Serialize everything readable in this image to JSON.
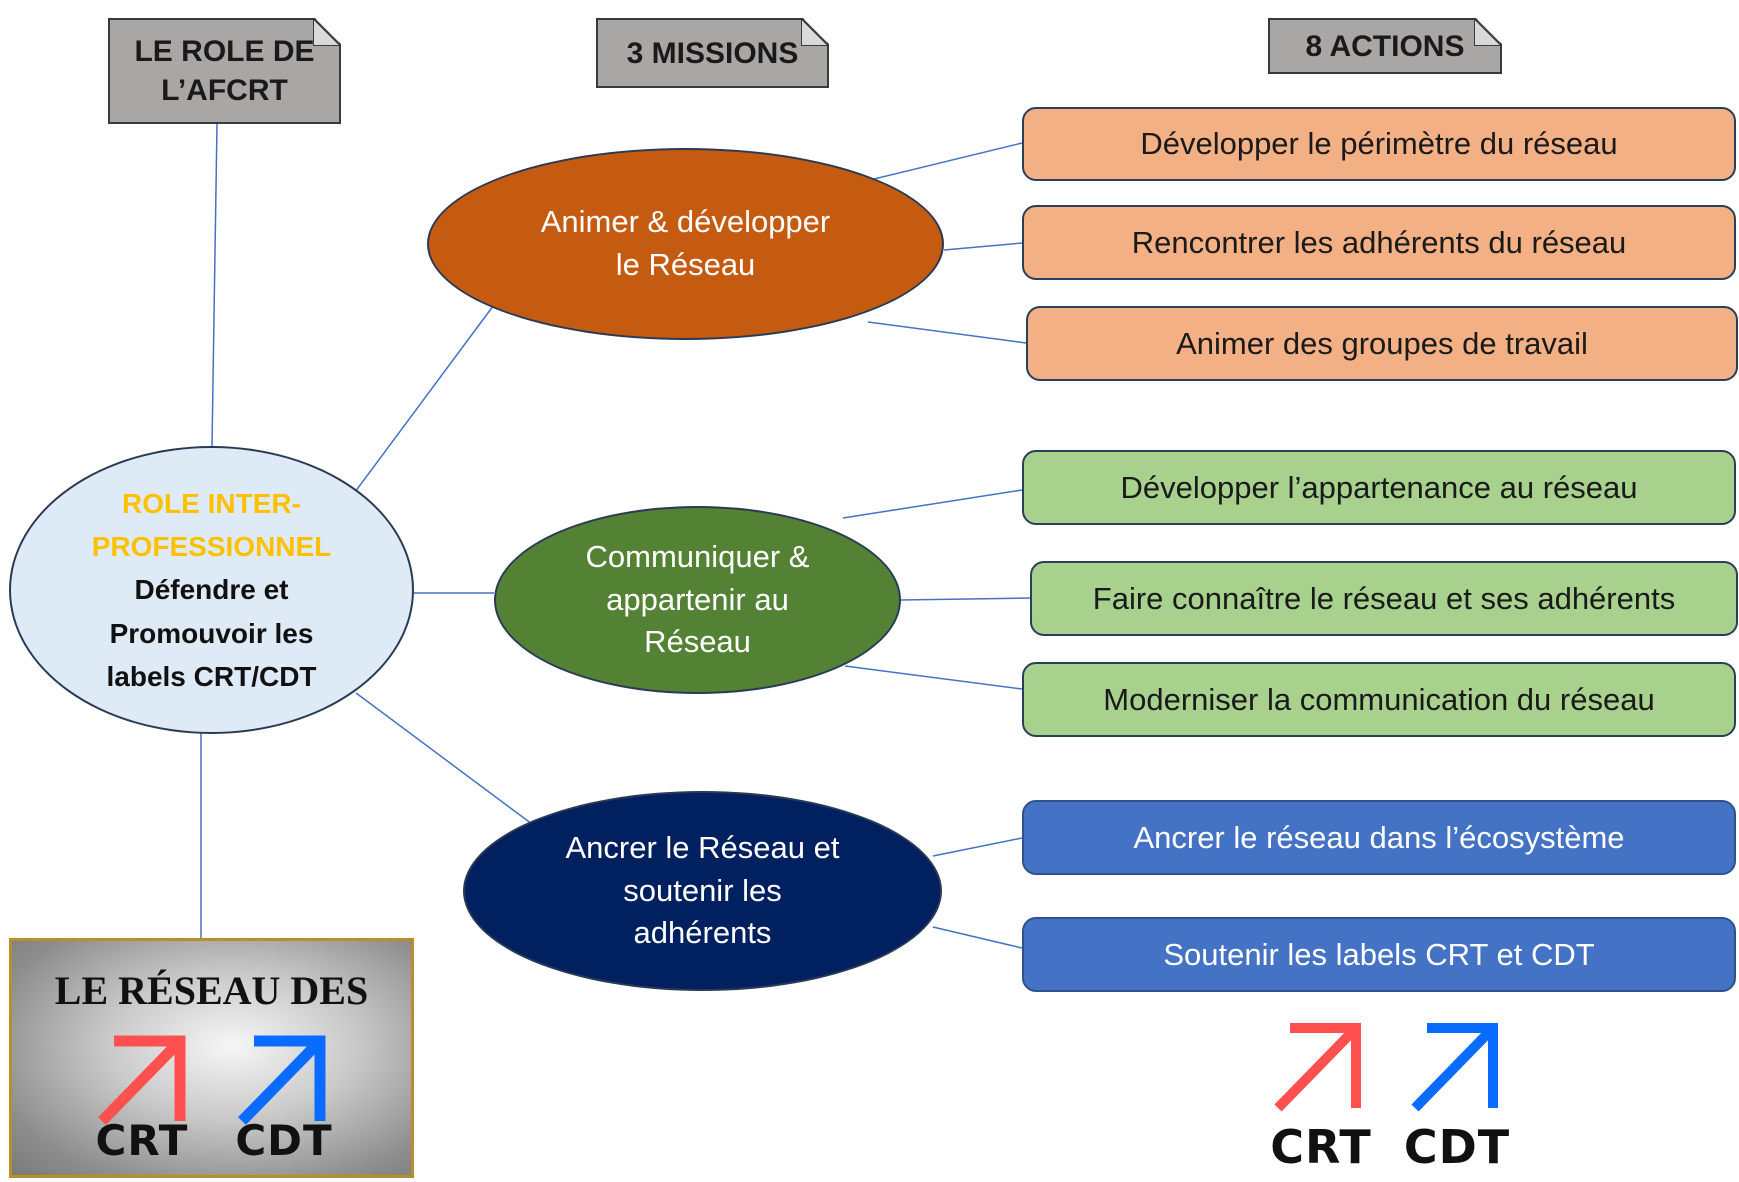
{
  "headers": {
    "role": "LE ROLE DE L’AFCRT",
    "missions": "3 MISSIONS",
    "actions": "8 ACTIONS"
  },
  "center": {
    "line1": "ROLE INTER-",
    "line2": "PROFESSIONNEL",
    "line3": "Défendre et",
    "line4": "Promouvoir les",
    "line5": "labels CRT/CDT",
    "highlight_color": "#ffc000",
    "fill_color": "#deebf7"
  },
  "missions": [
    {
      "lines": [
        "Animer & développer",
        "le Réseau"
      ],
      "color": "#c55a11"
    },
    {
      "lines": [
        "Communiquer &",
        "appartenir au",
        "Réseau"
      ],
      "color": "#548235"
    },
    {
      "lines": [
        "Ancrer le Réseau et",
        "soutenir les",
        "adhérents"
      ],
      "color": "#002060"
    }
  ],
  "actions": [
    {
      "label": "Développer le périmètre du réseau",
      "group": "orange"
    },
    {
      "label": "Rencontrer les adhérents du réseau",
      "group": "orange"
    },
    {
      "label": "Animer des groupes de travail",
      "group": "orange"
    },
    {
      "label": "Développer l’appartenance au réseau",
      "group": "green"
    },
    {
      "label": "Faire connaître le réseau et ses adhérents",
      "group": "green"
    },
    {
      "label": "Moderniser la communication du réseau",
      "group": "green"
    },
    {
      "label": "Ancrer le réseau dans l’écosystème",
      "group": "blue"
    },
    {
      "label": "Soutenir les labels CRT et CDT",
      "group": "blue"
    }
  ],
  "network_box": {
    "title": "LE RÉSEAU DES",
    "logo_crt": "CRT",
    "logo_cdt": "CDT"
  },
  "bottom_logo": {
    "crt": "CRT",
    "cdt": "CDT"
  },
  "colors": {
    "crt_arrow": "#ff5050",
    "cdt_arrow": "#0a6cff",
    "connector": "#4472c4"
  }
}
